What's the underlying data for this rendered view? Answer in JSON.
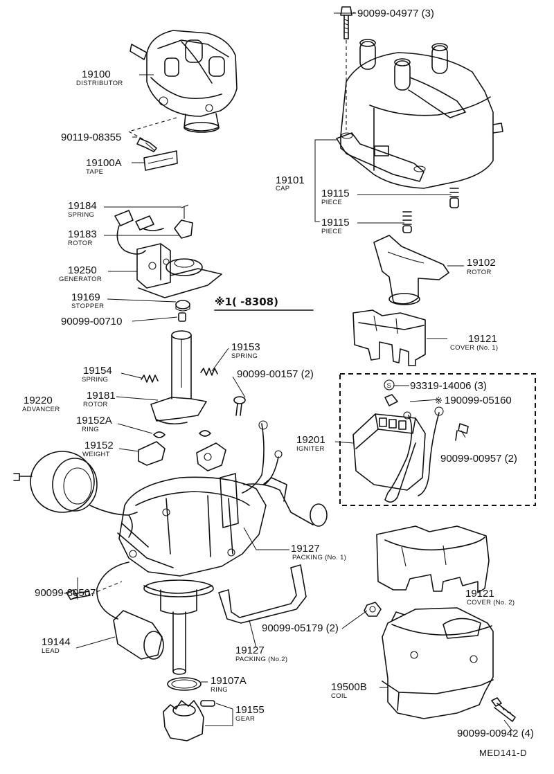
{
  "labels": {
    "bolt_cap": {
      "num": "90099-04977 (3)"
    },
    "distributor": {
      "num": "19100",
      "name": "DISTRIBUTOR"
    },
    "bolt_dist": {
      "num": "90119-08355"
    },
    "tape": {
      "num": "19100A",
      "name": "TAPE"
    },
    "cap": {
      "num": "19101",
      "name": "CAP"
    },
    "piece1": {
      "num": "19115",
      "name": "PIECE"
    },
    "piece2": {
      "num": "19115",
      "name": "PIECE"
    },
    "spring_top": {
      "num": "19184",
      "name": "SPRING"
    },
    "rotor_top": {
      "num": "19183",
      "name": "ROTOR"
    },
    "generator": {
      "num": "19250",
      "name": "GENERATOR"
    },
    "stopper": {
      "num": "19169",
      "name": "STOPPER"
    },
    "washer": {
      "num": "90099-00710"
    },
    "rotor_right": {
      "num": "19102",
      "name": "ROTOR"
    },
    "cover1": {
      "num": "19121",
      "name": "COVER (No. 1)"
    },
    "spring_153": {
      "num": "19153",
      "name": "SPRING"
    },
    "spring_154": {
      "num": "19154",
      "name": "SPRING"
    },
    "screw_157": {
      "num": "90099-00157 (2)"
    },
    "rotor_181": {
      "num": "19181",
      "name": "ROTOR"
    },
    "advancer": {
      "num": "19220",
      "name": "ADVANCER"
    },
    "ring_152a": {
      "num": "19152A",
      "name": "RING"
    },
    "weight": {
      "num": "19152",
      "name": "WEIGHT"
    },
    "screw_93319": {
      "num": "93319-14006 (3)"
    },
    "wire_05160": {
      "num": "190099-05160"
    },
    "igniter": {
      "num": "19201",
      "name": "IGNITER"
    },
    "screw_00957": {
      "num": "90099-00957 (2)"
    },
    "packing1": {
      "num": "19127",
      "name": "PACKING (No. 1)"
    },
    "bolt_80507": {
      "num": "90099-80507"
    },
    "cover2": {
      "num": "19121",
      "name": "COVER (No. 2)"
    },
    "lead": {
      "num": "19144",
      "name": "LEAD"
    },
    "nut_05179": {
      "num": "90099-05179 (2)"
    },
    "packing2": {
      "num": "19127",
      "name": "PACKING (No.2)"
    },
    "ring_107a": {
      "num": "19107A",
      "name": "RING"
    },
    "coil": {
      "num": "19500B",
      "name": "COIL"
    },
    "gear": {
      "num": "19155",
      "name": "GEAR"
    },
    "bolt_00942": {
      "num": "90099-00942 (4)"
    }
  },
  "note": {
    "text": "※1(       -8308)"
  },
  "symbols": {
    "circled_s": "S",
    "asterisk": "※"
  },
  "footer": {
    "code": "MED141-D"
  }
}
